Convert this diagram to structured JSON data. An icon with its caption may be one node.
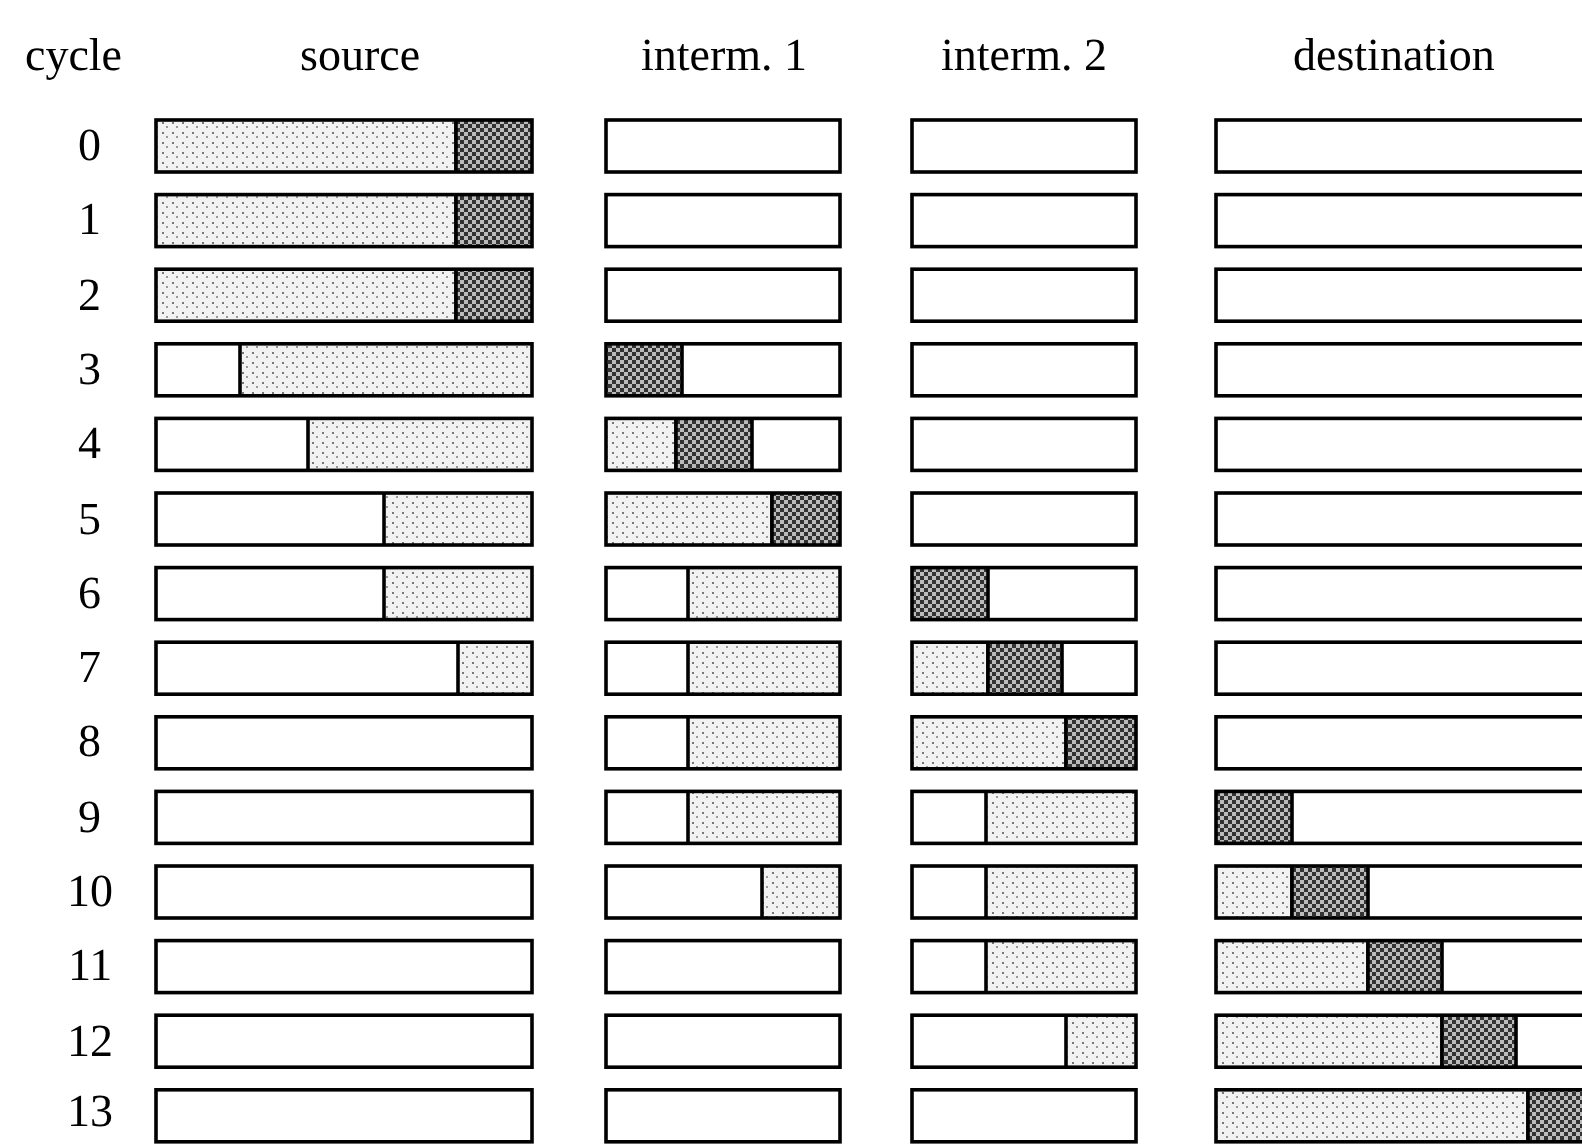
{
  "diagram": {
    "labels": [
      "cycle",
      "source",
      "interm. 1",
      "interm. 2",
      "destination",
      "0",
      "1",
      "2",
      "3",
      "4",
      "5",
      "6",
      "7",
      "8",
      "9",
      "10",
      "11",
      "12",
      "13"
    ]
  }
}
